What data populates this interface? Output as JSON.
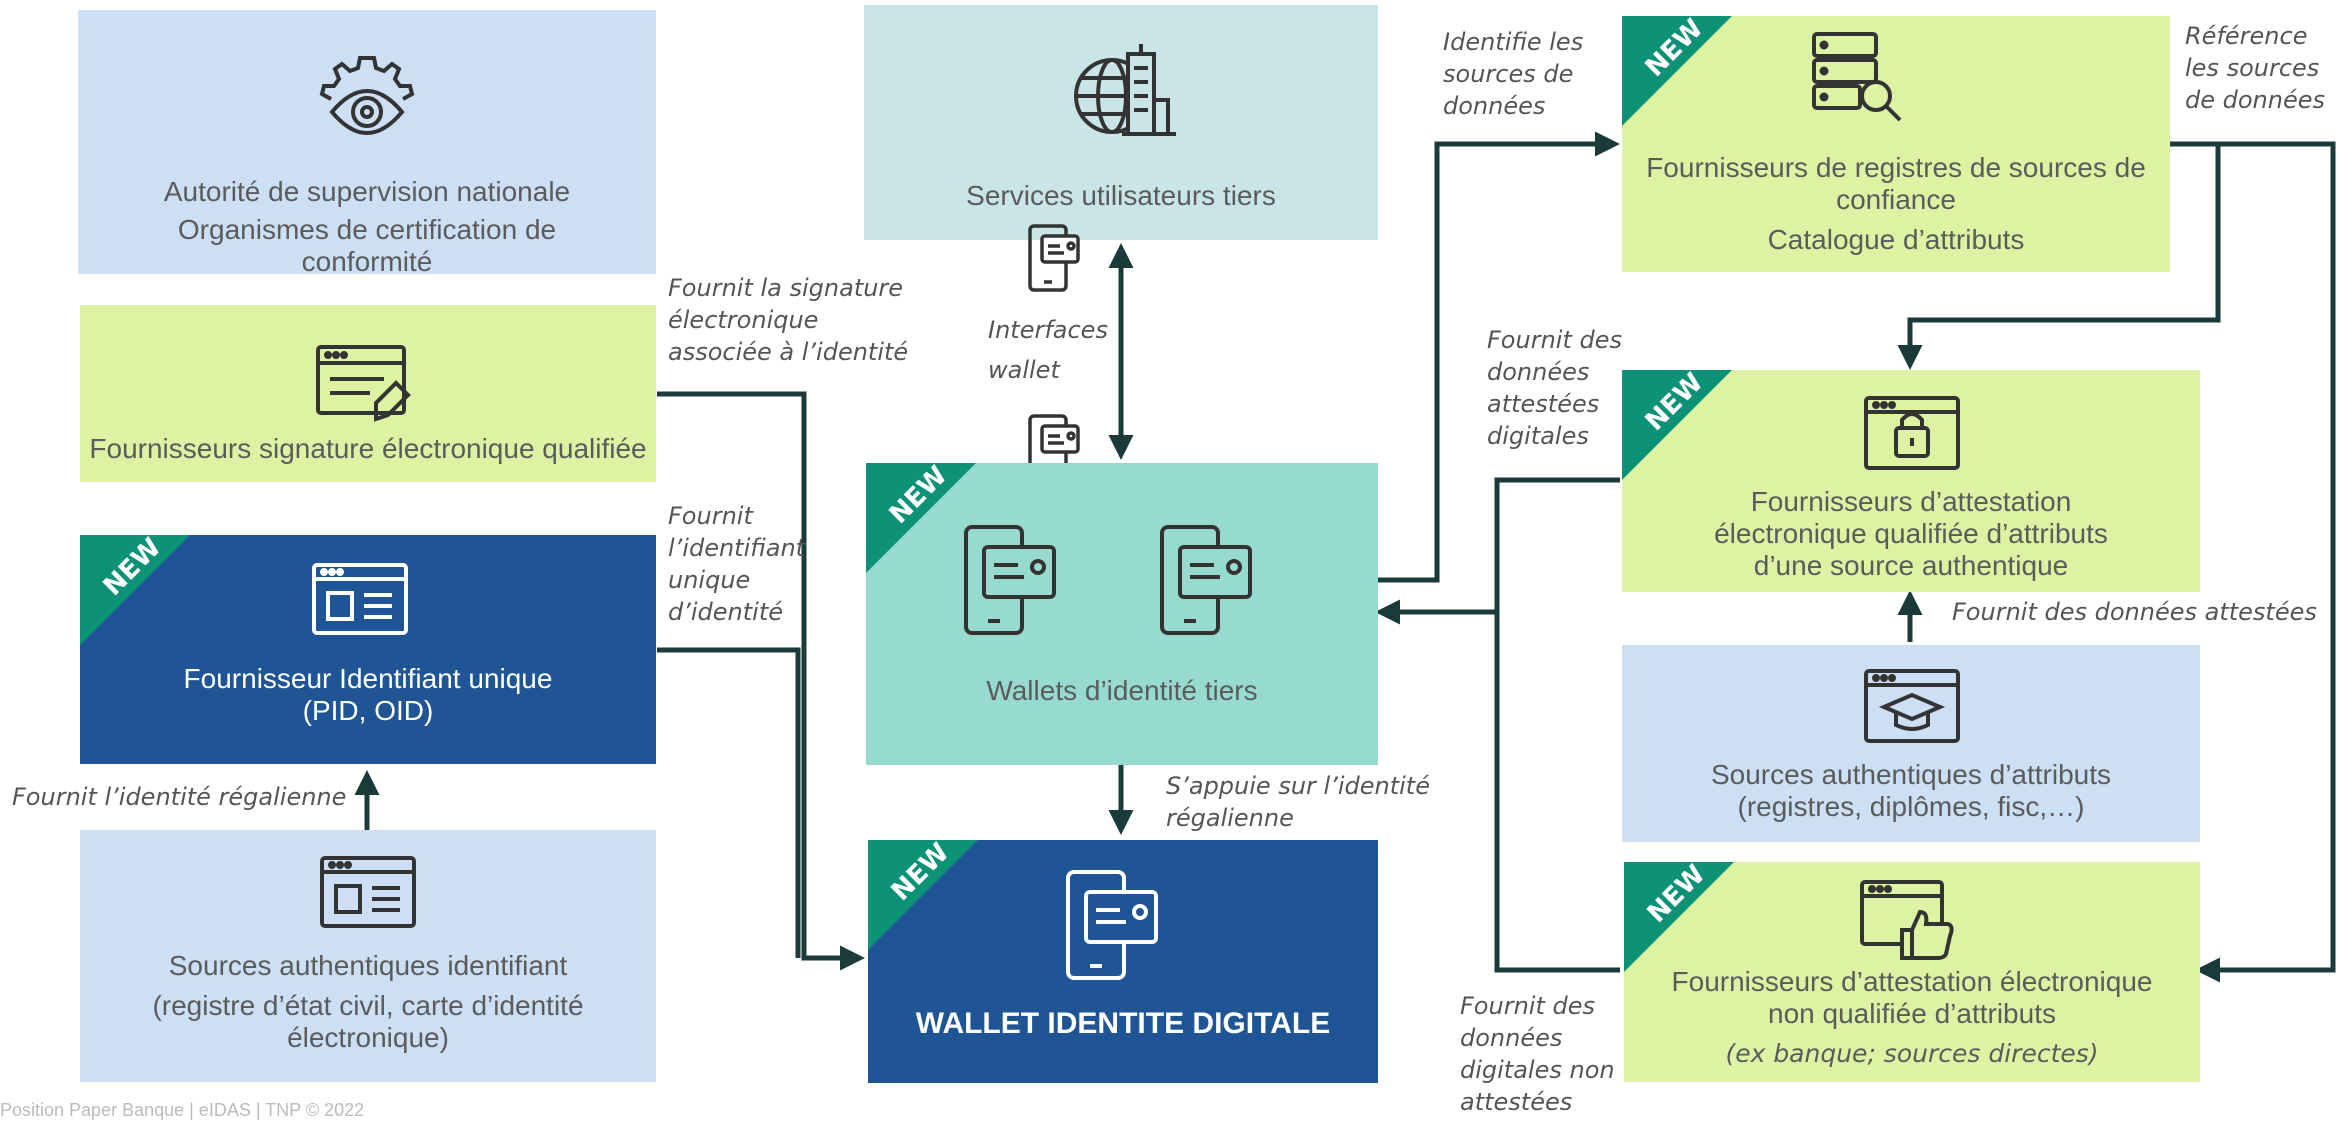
{
  "badge": "NEW",
  "boxes": {
    "supervision": {
      "line1": "Autorité de supervision nationale",
      "line2": "Organismes de certification de",
      "line3": "conformité"
    },
    "qualified_sig": {
      "line1": "Fournisseurs signature électronique qualifiée"
    },
    "unique_id": {
      "line1": "Fournisseur Identifiant unique",
      "line2": "(PID, OID)"
    },
    "auth_sources_id": {
      "line1": "Sources authentiques identifiant",
      "line2": "(registre d’état civil, carte d’identité",
      "line3": "électronique)"
    },
    "third_party_services": {
      "line1": "Services utilisateurs tiers"
    },
    "third_party_wallets": {
      "line1": "Wallets d’identité tiers"
    },
    "digital_wallet": {
      "line1": "WALLET IDENTITE DIGITALE"
    },
    "registries": {
      "line1": "Fournisseurs de registres de sources de",
      "line2": "confiance",
      "line3": "Catalogue d’attributs"
    },
    "qualified_attest": {
      "line1": "Fournisseurs d’attestation",
      "line2": "électronique qualifiée d’attributs",
      "line3": "d’une source authentique"
    },
    "auth_sources_attr": {
      "line1": "Sources authentiques d’attributs",
      "line2": "(registres, diplômes, fisc,…)"
    },
    "non_qualified_attest": {
      "line1": "Fournisseurs d’attestation électronique",
      "line2": "non qualifiée d’attributs",
      "line3": "(ex banque; sources directes)"
    }
  },
  "labels": {
    "signature": [
      "Fournit la signature",
      "électronique",
      "associée à l’identité"
    ],
    "unique_id": [
      "Fournit",
      "l’identifiant",
      "unique",
      "d’identité"
    ],
    "regalian": [
      "Fournit l’identité régalienne"
    ],
    "interfaces": [
      "Interfaces",
      "wallet"
    ],
    "relies": [
      "S’appuie sur l’identité",
      "régalienne"
    ],
    "identifies": [
      "Identifie les",
      "sources de",
      "données"
    ],
    "references": [
      "Référence",
      "les sources",
      "de données"
    ],
    "attested_data": [
      "Fournit des",
      "données",
      "attestées",
      "digitales"
    ],
    "attested_data2": [
      "Fournit des données attestées"
    ],
    "non_attested": [
      "Fournit des",
      "données",
      "digitales non",
      "attestées"
    ]
  },
  "footer": "Position Paper Banque | eIDAS | TNP © 2022",
  "colors": {
    "line": "#1b3a3a",
    "badge": "#0e9277",
    "navy": "#1f5594",
    "icon": "#333333"
  }
}
